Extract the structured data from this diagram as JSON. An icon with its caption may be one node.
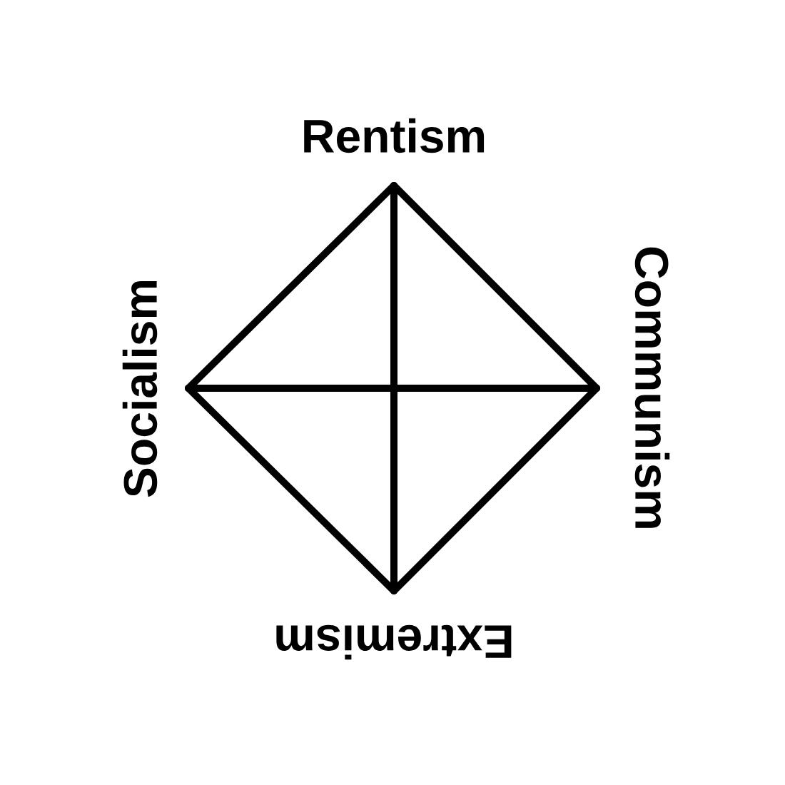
{
  "diagram": {
    "nodes": [
      {
        "text": [
          "Rentism"
        ]
      },
      {
        "text": [
          "Communism"
        ]
      },
      {
        "text": [
          "Extremism"
        ]
      },
      {
        "text": [
          "Socialism"
        ]
      }
    ],
    "edges": [
      {
        "from": 0,
        "to": 1,
        "arrow": "none"
      },
      {
        "from": 1,
        "to": 2,
        "arrow": "none"
      },
      {
        "from": 2,
        "to": 3,
        "arrow": "none"
      },
      {
        "from": 3,
        "to": 0,
        "arrow": "none"
      },
      {
        "from": 0,
        "to": 2,
        "arrow": "none"
      },
      {
        "from": 3,
        "to": 1,
        "arrow": "none"
      }
    ]
  }
}
